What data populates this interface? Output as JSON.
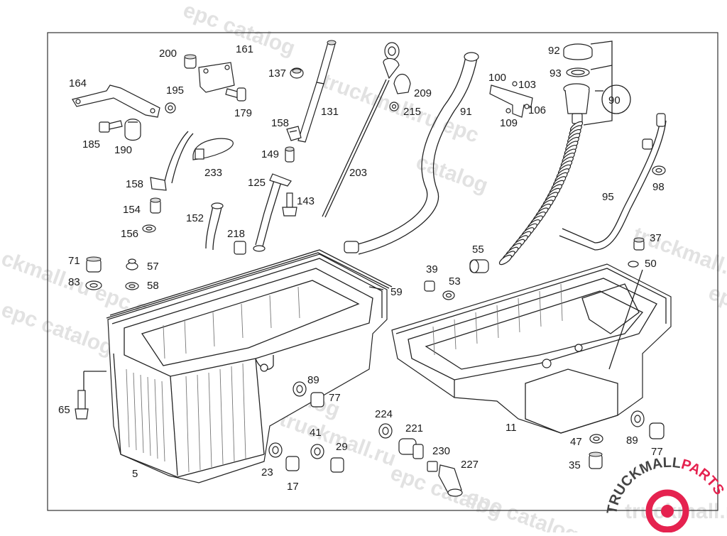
{
  "watermark": {
    "text": "truckmall.ru epc catalog",
    "parts": [
      "epc catalog",
      "truckmall.ru epc",
      "catalog",
      "ckmall.ru epc catalog",
      "epc catalog",
      "catalog",
      "truckmall.ru",
      "epc catalog",
      "truckmall.ru",
      "epc catalog",
      "truckmall.ru",
      "epc catalog",
      "truckmall.ru epc catalog"
    ]
  },
  "logo": {
    "text_dark": "TRUCKMALL",
    "text_accent": "PARTS",
    "accent_color": "#e5224f",
    "dark_color": "#444444"
  },
  "parts": [
    {
      "id": "p200",
      "label": "200"
    },
    {
      "id": "p161",
      "label": "161"
    },
    {
      "id": "p137",
      "label": "137"
    },
    {
      "id": "p164",
      "label": "164"
    },
    {
      "id": "p195",
      "label": "195"
    },
    {
      "id": "p179",
      "label": "179"
    },
    {
      "id": "p185",
      "label": "185"
    },
    {
      "id": "p190",
      "label": "190"
    },
    {
      "id": "p131",
      "label": "131"
    },
    {
      "id": "p158a",
      "label": "158"
    },
    {
      "id": "p149",
      "label": "149"
    },
    {
      "id": "p233",
      "label": "233"
    },
    {
      "id": "p209",
      "label": "209"
    },
    {
      "id": "p215",
      "label": "215"
    },
    {
      "id": "p91",
      "label": "91"
    },
    {
      "id": "p100",
      "label": "100"
    },
    {
      "id": "p103",
      "label": "103"
    },
    {
      "id": "p106",
      "label": "106"
    },
    {
      "id": "p109",
      "label": "109"
    },
    {
      "id": "p92",
      "label": "92"
    },
    {
      "id": "p93",
      "label": "93"
    },
    {
      "id": "p90",
      "label": "90"
    },
    {
      "id": "p203",
      "label": "203"
    },
    {
      "id": "p125",
      "label": "125"
    },
    {
      "id": "p143",
      "label": "143"
    },
    {
      "id": "p158b",
      "label": "158"
    },
    {
      "id": "p154",
      "label": "154"
    },
    {
      "id": "p156",
      "label": "156"
    },
    {
      "id": "p152",
      "label": "152"
    },
    {
      "id": "p218",
      "label": "218"
    },
    {
      "id": "p98",
      "label": "98"
    },
    {
      "id": "p95",
      "label": "95"
    },
    {
      "id": "p37",
      "label": "37"
    },
    {
      "id": "p50",
      "label": "50"
    },
    {
      "id": "p55",
      "label": "55"
    },
    {
      "id": "p39",
      "label": "39"
    },
    {
      "id": "p53",
      "label": "53"
    },
    {
      "id": "p71",
      "label": "71"
    },
    {
      "id": "p57",
      "label": "57"
    },
    {
      "id": "p83",
      "label": "83"
    },
    {
      "id": "p58",
      "label": "58"
    },
    {
      "id": "p59",
      "label": "59"
    },
    {
      "id": "p89a",
      "label": "89"
    },
    {
      "id": "p77a",
      "label": "77"
    },
    {
      "id": "p65",
      "label": "65"
    },
    {
      "id": "p41",
      "label": "41"
    },
    {
      "id": "p29",
      "label": "29"
    },
    {
      "id": "p23",
      "label": "23"
    },
    {
      "id": "p17",
      "label": "17"
    },
    {
      "id": "p5",
      "label": "5"
    },
    {
      "id": "p224",
      "label": "224"
    },
    {
      "id": "p221",
      "label": "221"
    },
    {
      "id": "p230",
      "label": "230"
    },
    {
      "id": "p227",
      "label": "227"
    },
    {
      "id": "p11",
      "label": "11"
    },
    {
      "id": "p47",
      "label": "47"
    },
    {
      "id": "p35",
      "label": "35"
    },
    {
      "id": "p89b",
      "label": "89"
    },
    {
      "id": "p77b",
      "label": "77"
    }
  ],
  "colors": {
    "line": "#222222",
    "frame": "#333333",
    "watermark": "#e2e2e2"
  }
}
